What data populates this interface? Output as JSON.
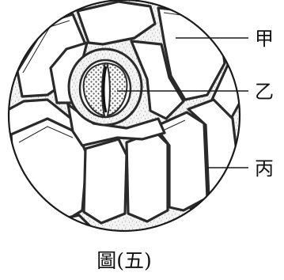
{
  "labels": {
    "jia": "甲",
    "yi": "乙",
    "bing": "丙"
  },
  "caption": "圖(五)"
}
